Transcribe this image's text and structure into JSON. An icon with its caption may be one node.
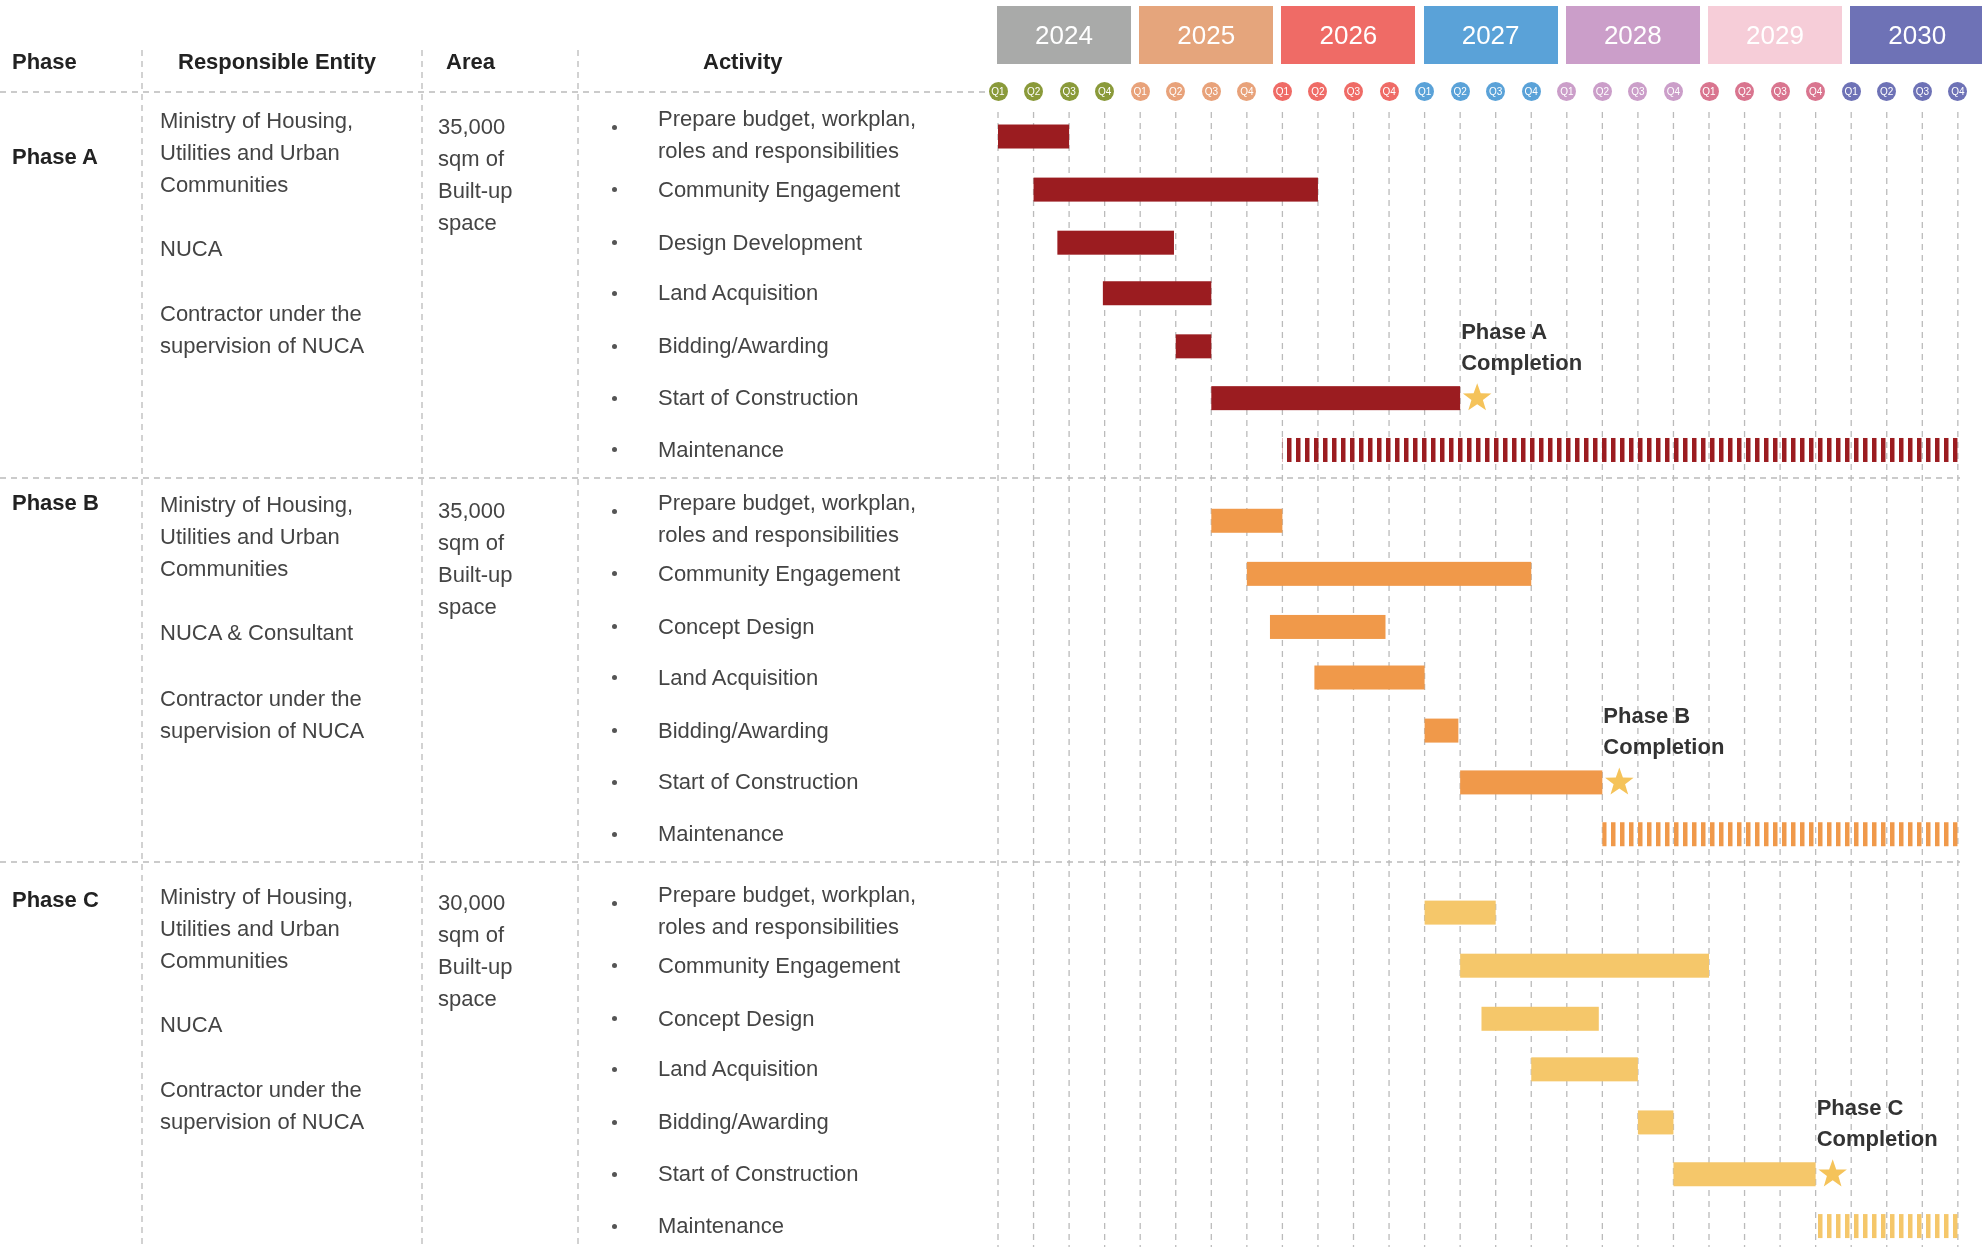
{
  "diagram": {
    "labels": [
      "Phase",
      "Responsible Entity",
      "Area",
      "Activity",
      "2024",
      "2025",
      "2026",
      "2027",
      "2028",
      "2029",
      "2030",
      "Q1",
      "Q2",
      "Q3",
      "Q4",
      "Q1",
      "Q2",
      "Q3",
      "Q4",
      "Q1",
      "Q2",
      "Q3",
      "Q4",
      "Q1",
      "Q2",
      "Q3",
      "Q4",
      "Q1",
      "Q2",
      "Q3",
      "Q4",
      "Q1",
      "Q2",
      "Q3",
      "Q4",
      "Q1",
      "Q2",
      "Q3",
      "Q4",
      "Phase A",
      "Ministry of Housing, Utilities and Urban Communities",
      "NUCA",
      "Contractor under the supervision of NUCA",
      "35,000 sqm of Built-up space",
      "Prepare budget, workplan, roles and responsibilities",
      "Community Engagement",
      "Design Development",
      "Land Acquisition",
      "Bidding/Awarding",
      "Start of Construction",
      "Maintenance",
      "Phase A Completion",
      "Phase B",
      "Ministry of Housing, Utilities and Urban Communities",
      "NUCA & Consultant",
      "Contractor under the supervision of NUCA",
      "35,000 sqm of Built-up space",
      "Prepare budget, workplan, roles and responsibilities",
      "Community Engagement",
      "Concept Design",
      "Land Acquisition",
      "Bidding/Awarding",
      "Start of Construction",
      "Maintenance",
      "Phase B Completion",
      "Phase C",
      "Ministry of Housing, Utilities and Urban Communities",
      "NUCA",
      "Contractor under the supervision of NUCA",
      "30,000 sqm of Built-up space",
      "Prepare budget, workplan, roles and responsibilities",
      "Community Engagement",
      "Concept Design",
      "Land Acquisition",
      "Bidding/Awarding",
      "Start of Construction",
      "Maintenance",
      "Phase C Completion"
    ]
  }
}
